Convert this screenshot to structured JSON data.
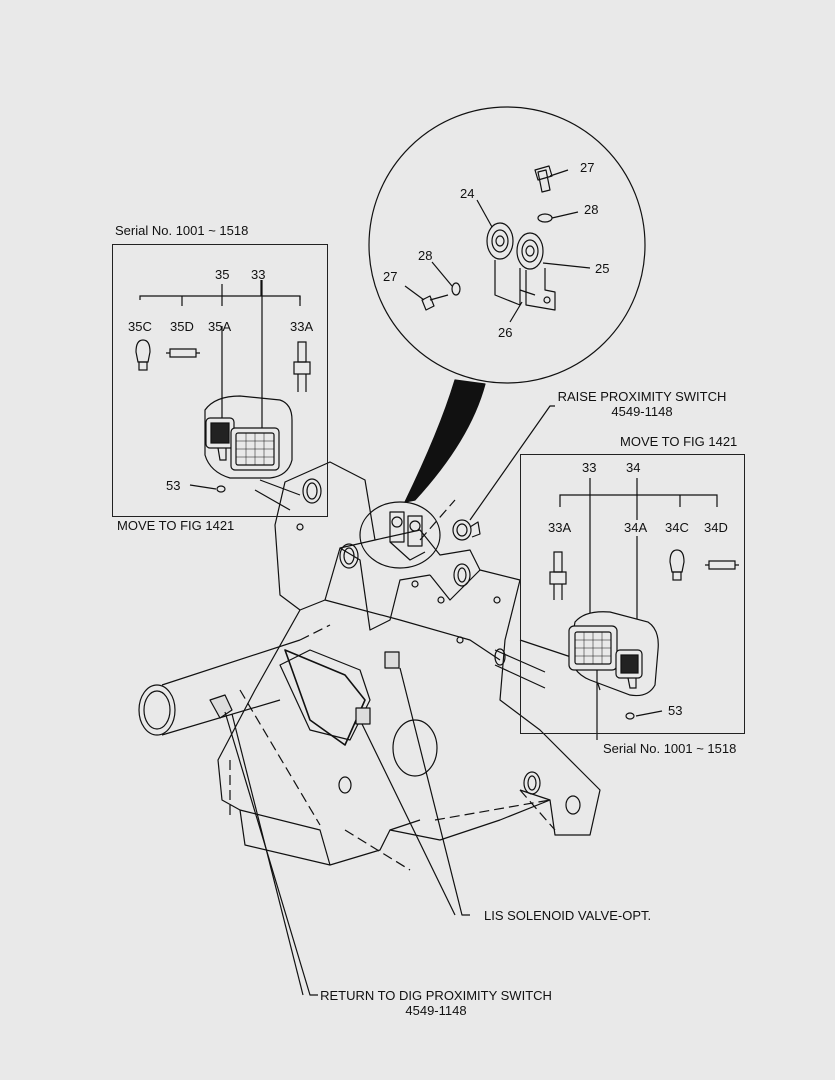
{
  "left_box": {
    "serial": "Serial No. 1001 ~ 1518",
    "move": "MOVE TO FIG 1421",
    "parts": {
      "p35": "35",
      "p33": "33",
      "p35c": "35C",
      "p35d": "35D",
      "p35a": "35A",
      "p33a": "33A",
      "p53": "53"
    }
  },
  "right_box": {
    "move": "MOVE TO FIG 1421",
    "serial": "Serial No. 1001 ~ 1518",
    "parts": {
      "p33": "33",
      "p34": "34",
      "p33a": "33A",
      "p34a": "34A",
      "p34c": "34C",
      "p34d": "34D",
      "p53": "53"
    }
  },
  "detail": {
    "parts": {
      "p27_top": "27",
      "p24": "24",
      "p28_top": "28",
      "p28_left": "28",
      "p25": "25",
      "p27_left": "27",
      "p26": "26"
    }
  },
  "callouts": {
    "raise_title": "RAISE PROXIMITY SWITCH",
    "raise_pn": "4549-1148",
    "lis": "LIS SOLENOID VALVE-OPT.",
    "dig_title": "RETURN TO DIG PROXIMITY SWITCH",
    "dig_pn": "4549-1148"
  }
}
